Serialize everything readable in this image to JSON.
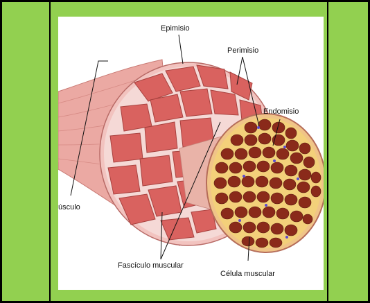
{
  "figure": {
    "labels": {
      "epimisio": "Epimisio",
      "perimisio": "Perimisio",
      "endomisio": "Endomisio",
      "musculo": "úsculo",
      "fasciculo": "Fascículo muscular",
      "celula": "Célula muscular"
    }
  },
  "colors": {
    "cell_background": "#92d050",
    "border": "#000000",
    "muscle_sheath": "#e8a8a4",
    "fascicle_fill": "#d9625f",
    "fiber_fill": "#8a2a1a",
    "endomysium_fill": "#f3d07a"
  }
}
